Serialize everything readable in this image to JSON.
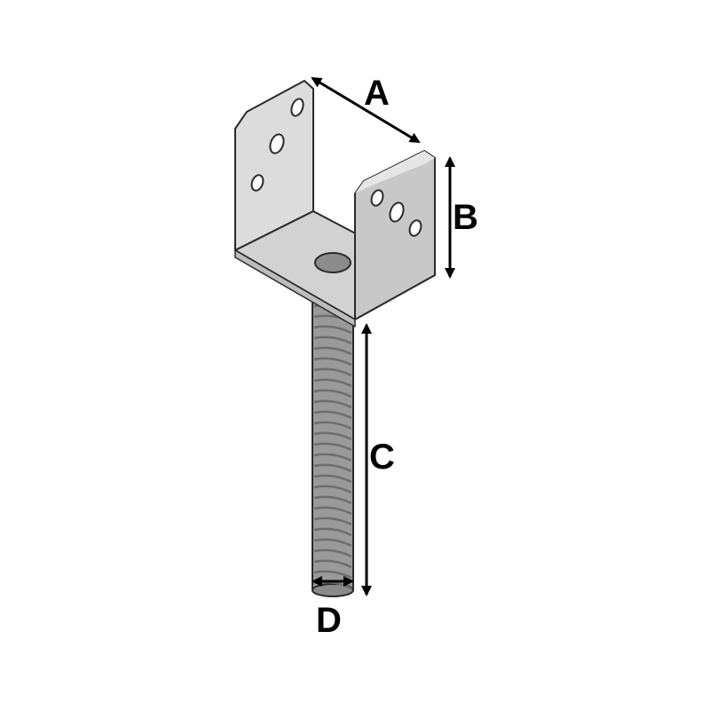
{
  "diagram": {
    "labels": {
      "a": "A",
      "b": "B",
      "c": "C",
      "d": "D"
    },
    "colors": {
      "background": "#ffffff",
      "metal_light": "#dcdcdc",
      "metal_face": "#c8c8c8",
      "metal_base": "#d2d2d2",
      "metal_edge": "#e6e6e6",
      "hole": "#ffffff",
      "rod": "#9a9a9a",
      "rod_thread": "#6e6e6e",
      "outline": "#2a2a2a",
      "arrow": "#000000"
    }
  }
}
